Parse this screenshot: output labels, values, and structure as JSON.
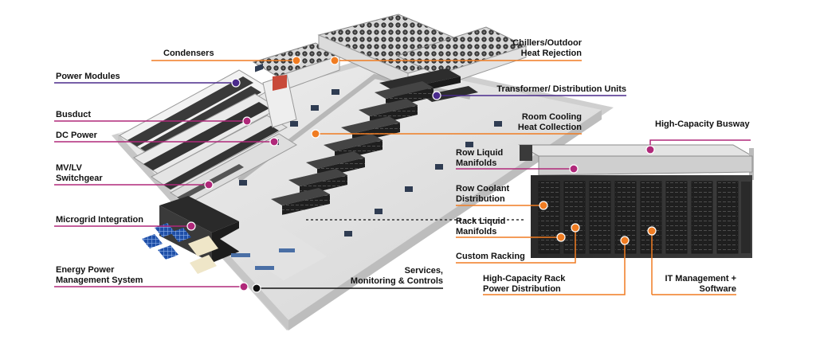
{
  "colors": {
    "magenta": "#b0287a",
    "orange": "#f07c22",
    "purple": "#4a2a8c",
    "black": "#111111",
    "gray_line": "#444444"
  },
  "labels": {
    "condensers": "Condensers",
    "power_modules": "Power Modules",
    "busduct": "Busduct",
    "dc_power": "DC Power",
    "mvlv_line1": "MV/LV",
    "mvlv_line2": "Switchgear",
    "microgrid": "Microgrid Integration",
    "energy_line1": "Energy Power",
    "energy_line2": "Management System",
    "chillers_line1": "Chillers/Outdoor",
    "chillers_line2": "Heat Rejection",
    "transformer": "Transformer/ Distribution Units",
    "room_cooling_line1": "Room Cooling",
    "room_cooling_line2": "Heat Collection",
    "services_line1": "Services,",
    "services_line2": "Monitoring & Controls",
    "busway": "High-Capacity Busway",
    "row_liquid_line1": "Row Liquid",
    "row_liquid_line2": "Manifolds",
    "row_coolant_line1": "Row Coolant",
    "row_coolant_line2": "Distribution",
    "rack_liquid_line1": "Rack Liquid",
    "rack_liquid_line2": "Manifolds",
    "custom_racking": "Custom Racking",
    "rack_power_line1": "High-Capacity Rack",
    "rack_power_line2": "Power Distribution",
    "it_mgmt_line1": "IT Management +",
    "it_mgmt_line2": "Software"
  }
}
